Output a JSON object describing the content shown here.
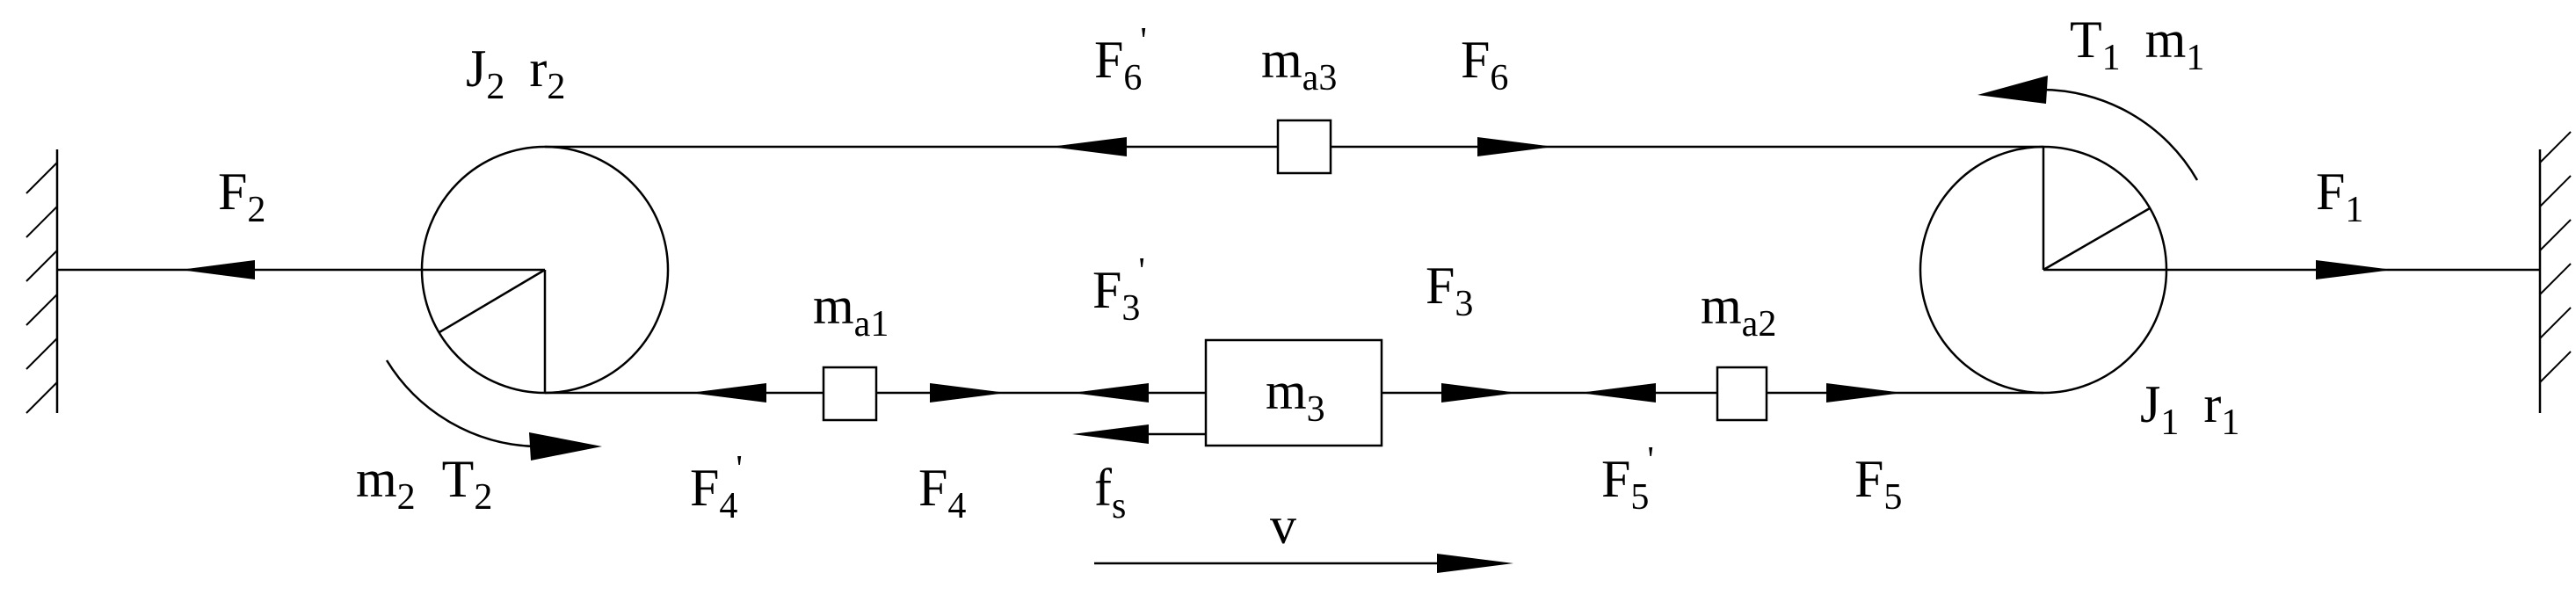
{
  "diagram": {
    "labels": {
      "F1": {
        "main": "F",
        "sub": "1",
        "prime": ""
      },
      "F2": {
        "main": "F",
        "sub": "2",
        "prime": ""
      },
      "F3": {
        "main": "F",
        "sub": "3",
        "prime": ""
      },
      "F3p": {
        "main": "F",
        "sub": "3",
        "prime": "'"
      },
      "F4": {
        "main": "F",
        "sub": "4",
        "prime": ""
      },
      "F4p": {
        "main": "F",
        "sub": "4",
        "prime": "'"
      },
      "F5": {
        "main": "F",
        "sub": "5",
        "prime": ""
      },
      "F5p": {
        "main": "F",
        "sub": "5",
        "prime": "'"
      },
      "F6": {
        "main": "F",
        "sub": "6",
        "prime": ""
      },
      "F6p": {
        "main": "F",
        "sub": "6",
        "prime": "'"
      },
      "T1": {
        "main": "T",
        "sub": "1"
      },
      "m1": {
        "main": "m",
        "sub": "1"
      },
      "T2": {
        "main": "T",
        "sub": "2"
      },
      "m2": {
        "main": "m",
        "sub": "2"
      },
      "J1": {
        "main": "J",
        "sub": "1"
      },
      "r1": {
        "main": "r",
        "sub": "1"
      },
      "J2": {
        "main": "J",
        "sub": "2"
      },
      "r2": {
        "main": "r",
        "sub": "2"
      },
      "m3": {
        "main": "m",
        "sub": "3"
      },
      "ma1": {
        "main": "m",
        "sub": "a1"
      },
      "ma2": {
        "main": "m",
        "sub": "a2"
      },
      "ma3": {
        "main": "m",
        "sub": "a3"
      },
      "fs": {
        "main": "f",
        "sub": "s"
      },
      "v": {
        "main": "v"
      }
    }
  }
}
